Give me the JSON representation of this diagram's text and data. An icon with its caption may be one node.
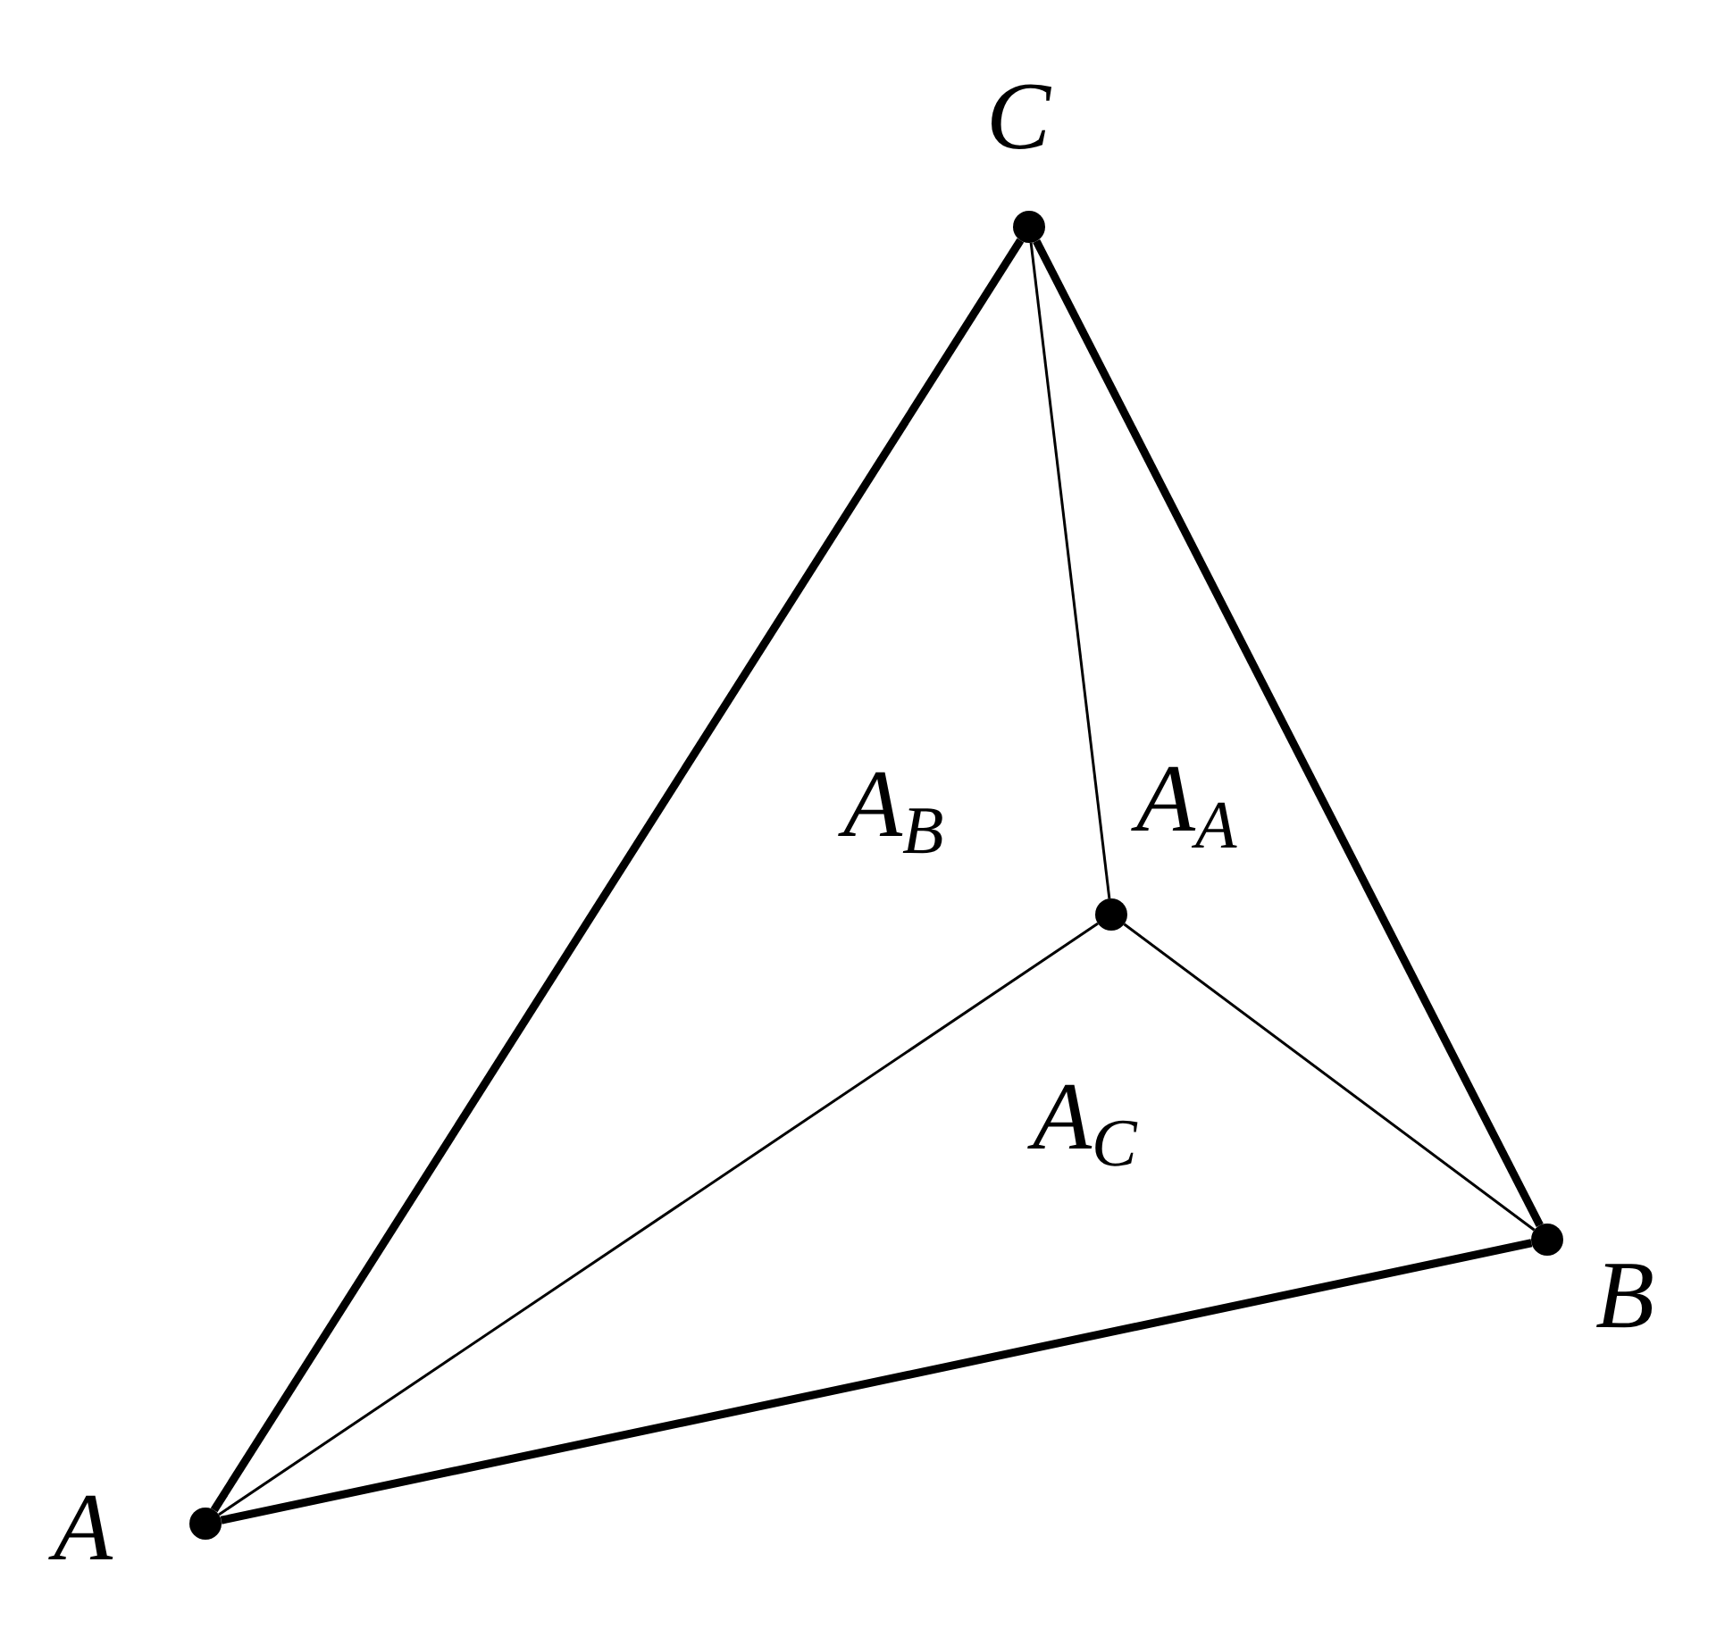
{
  "diagram": {
    "nodes": [
      {
        "text": [],
        "shape": "circle",
        "beside": [
          "C"
        ]
      },
      {
        "text": [],
        "shape": "circle",
        "beside": [
          "A"
        ]
      },
      {
        "text": [],
        "shape": "circle",
        "beside": [
          "B"
        ]
      },
      {
        "text": [],
        "shape": "circle"
      }
    ],
    "edges": [
      {
        "from": 1,
        "to": 2,
        "arrow": "none",
        "style": "thick"
      },
      {
        "from": 2,
        "to": 0,
        "arrow": "none",
        "style": "thick"
      },
      {
        "from": 0,
        "to": 1,
        "arrow": "none",
        "style": "thick"
      },
      {
        "from": 3,
        "to": 1,
        "arrow": "none"
      },
      {
        "from": 3,
        "to": 2,
        "arrow": "none"
      },
      {
        "from": 3,
        "to": 0,
        "arrow": "none"
      }
    ],
    "labels": [
      "A$_{B}$",
      "A$_{A}$",
      "A$_{C}$"
    ]
  }
}
